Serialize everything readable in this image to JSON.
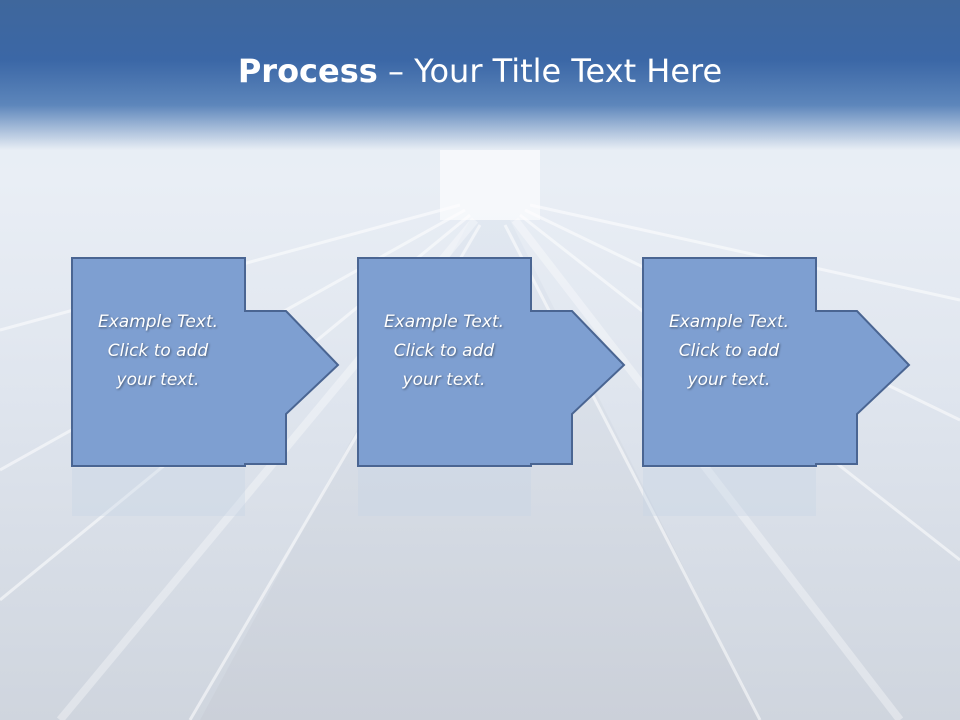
{
  "slide": {
    "title_bold": "Process",
    "title_rest": " – Your Title Text Here"
  },
  "colors": {
    "header_blue": "#3b67a6",
    "box_fill": "#7e9fd1",
    "box_stroke": "#4a6592",
    "text": "#ffffff"
  },
  "steps": [
    {
      "line1": "Example Text.",
      "line2": "Click  to add",
      "line3": "your text."
    },
    {
      "line1": "Example Text.",
      "line2": "Click  to add",
      "line3": "your text."
    },
    {
      "line1": "Example Text.",
      "line2": "Click  to add",
      "line3": "your text."
    }
  ]
}
